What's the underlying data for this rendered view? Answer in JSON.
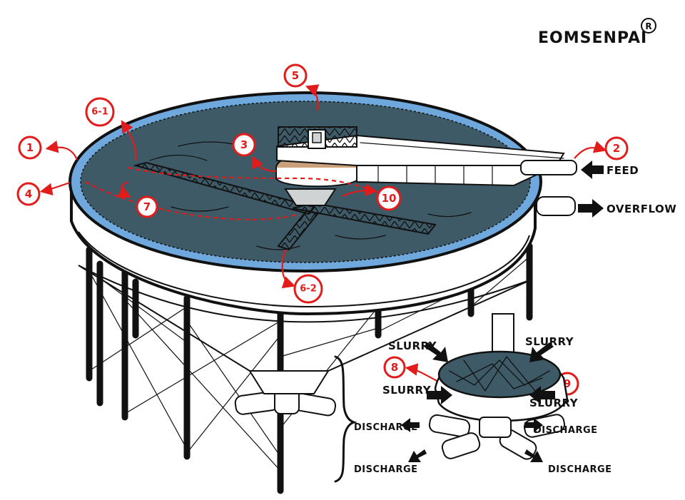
{
  "brand": {
    "name": "EOMSENPAI",
    "mark": "R"
  },
  "labels": {
    "feed": "FEED",
    "overflow": "OVERFLOW",
    "slurry": "SLURRY",
    "discharge": "DISCHARGE"
  },
  "markers": [
    "1",
    "2",
    "3",
    "4",
    "5",
    "6-1",
    "6-2",
    "7",
    "8",
    "9",
    "10"
  ],
  "colors": {
    "water": "#3d5a66",
    "rim_water": "#6fa8dc",
    "marker_red": "#e21b1b",
    "tank_wall": "#ffffff",
    "ink": "#111111"
  }
}
